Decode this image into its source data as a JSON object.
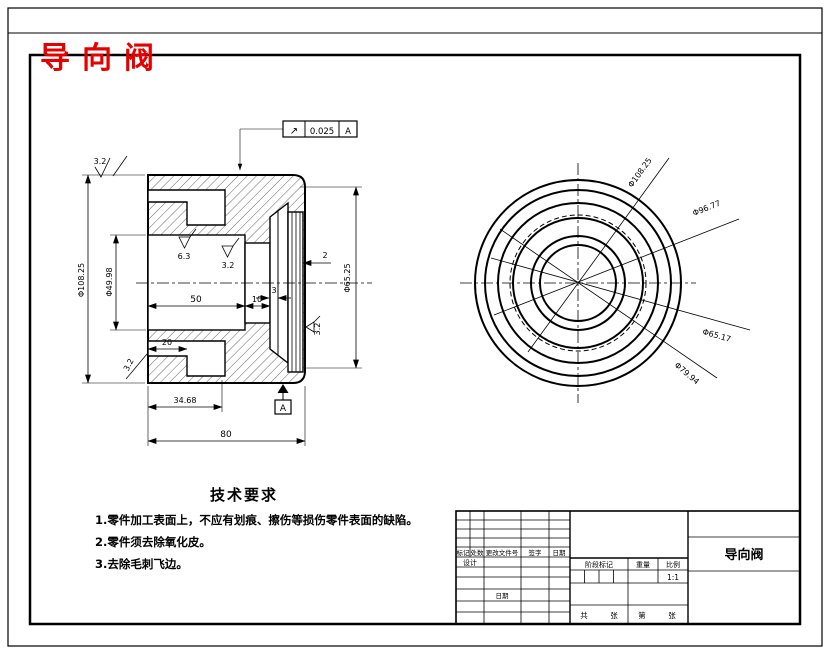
{
  "sheet": {
    "red_title": "导向阀",
    "tech": {
      "heading": "技术要求",
      "item1": "1.零件加工表面上，不应有划痕、擦伤等损伤零件表面的缺陷。",
      "item2": "2.零件须去除氧化皮。",
      "item3": "3.去除毛刺飞边。"
    }
  },
  "section_view": {
    "dims": {
      "outer_dia": "Φ108.25",
      "bore_dia": "Φ49.98",
      "right_dia": "Φ65.25",
      "len_50": "50",
      "len_10": "10",
      "len_3": "3",
      "thick_2": "2",
      "slot_20": "20",
      "len_34_68": "34.68",
      "len_80": "80"
    },
    "roughness": {
      "top_left": "3.2",
      "bore_upper": "6.3",
      "bore_step": "3.2",
      "slot_lower": "3.2",
      "right_face": "3.2"
    },
    "tolerance": {
      "symbol": "↗",
      "value": "0.025",
      "datum": "A"
    },
    "datum_label": "A"
  },
  "circular_view": {
    "labels": {
      "d1": "Φ108.25",
      "d2": "Φ96.77",
      "d3": "Φ65.17",
      "d4": "Φ79.94"
    }
  },
  "title_block": {
    "col_mark": "标记",
    "col_count": "处数",
    "col_change": "更改文件号",
    "col_sign": "签字",
    "col_date": "日期",
    "design": "设计",
    "date_label": "日期",
    "stage_mark": "阶段标记",
    "weight": "重量",
    "scale_label": "比例",
    "scale_value": "1:1",
    "sheet_total": "共",
    "sheet_unit_a": "张",
    "sheet_no": "第",
    "sheet_unit_b": "张",
    "part_name": "导向阀"
  }
}
